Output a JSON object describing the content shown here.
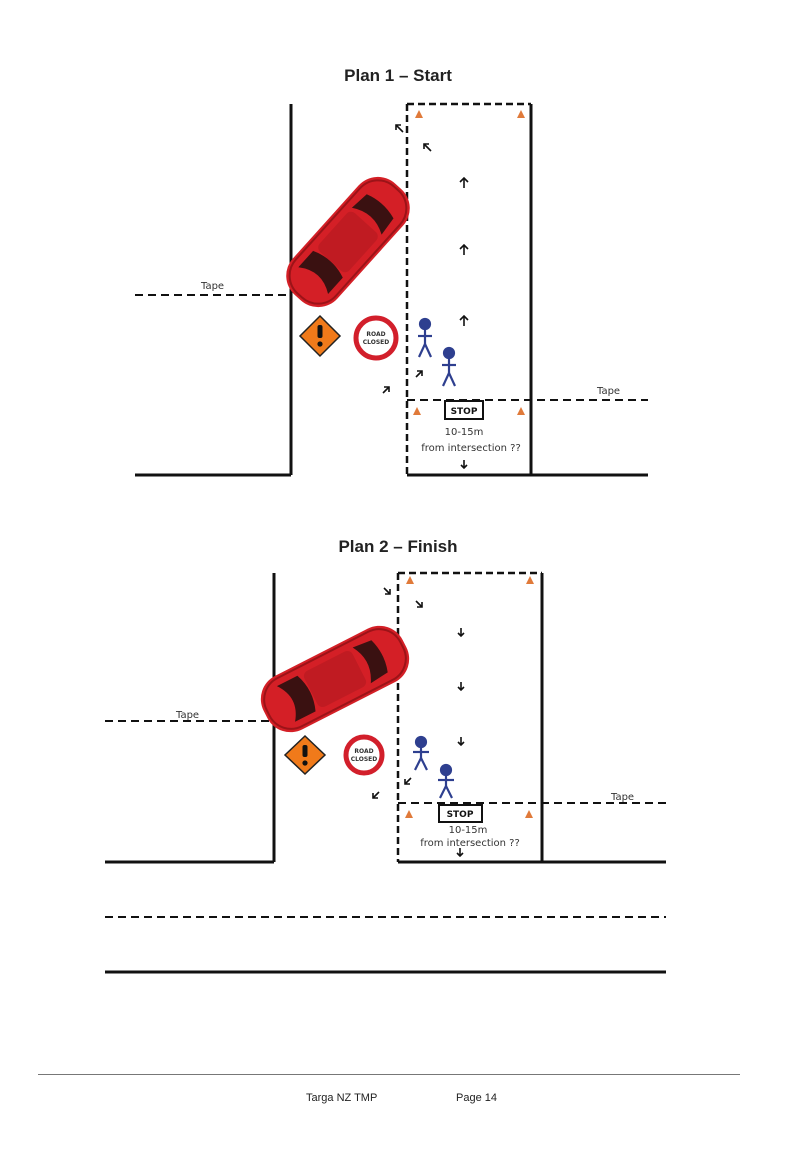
{
  "plan1": {
    "title": "Plan 1 – Start",
    "tape_left": "Tape",
    "tape_right": "Tape",
    "stop": "STOP",
    "distance": "10-15m",
    "from": "from intersection ??",
    "sign_line1": "ROAD",
    "sign_line2": "CLOSED"
  },
  "plan2": {
    "title": "Plan 2 – Finish",
    "tape_left": "Tape",
    "tape_right": "Tape",
    "stop": "STOP",
    "distance": "10-15m",
    "from": "from intersection ??",
    "sign_line1": "ROAD",
    "sign_line2": "CLOSED"
  },
  "footer": {
    "doc": "Targa NZ TMP",
    "page": "Page 14"
  },
  "colors": {
    "car": "#d41f26",
    "person": "#2e3f8f",
    "cone": "#e07a3a",
    "hazard": "#f07a1a",
    "sign_ring": "#d21f2b"
  }
}
